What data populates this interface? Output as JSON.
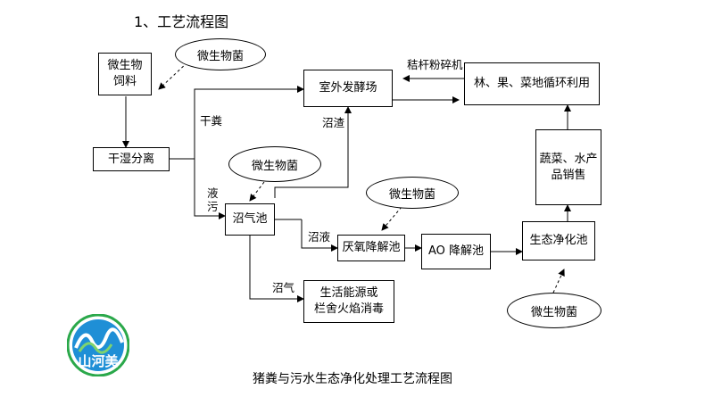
{
  "heading": "1、工艺流程图",
  "caption": "猪粪与污水生态净化处理工艺流程图",
  "logo": {
    "text": "山河美",
    "colors": {
      "ring": "#2aa84a",
      "fill": "#1f8fd6"
    }
  },
  "nodes": {
    "feed": "微生物\n饲料",
    "separation": "干湿分离",
    "biogas_pit": "沼气池",
    "fermentation": "室外发酵场",
    "orchard": "林、果、菜地循环利用",
    "anaerobic": "厌氧降解池",
    "ao": "AO 降解池",
    "eco_pond": "生态净化池",
    "sales": "蔬菜、水产\n品销售",
    "energy": "生活能源或\n栏舍火焰消毒"
  },
  "microbes": {
    "m1": "微生物菌",
    "m2": "微生物菌",
    "m3": "微生物菌",
    "m4": "微生物菌"
  },
  "edge_labels": {
    "dry_manure": "干粪",
    "liquid": "液\n污",
    "residue": "沼渣",
    "biogas_liquid": "沼液",
    "biogas": "沼气",
    "straw": "秸杆粉碎机"
  }
}
